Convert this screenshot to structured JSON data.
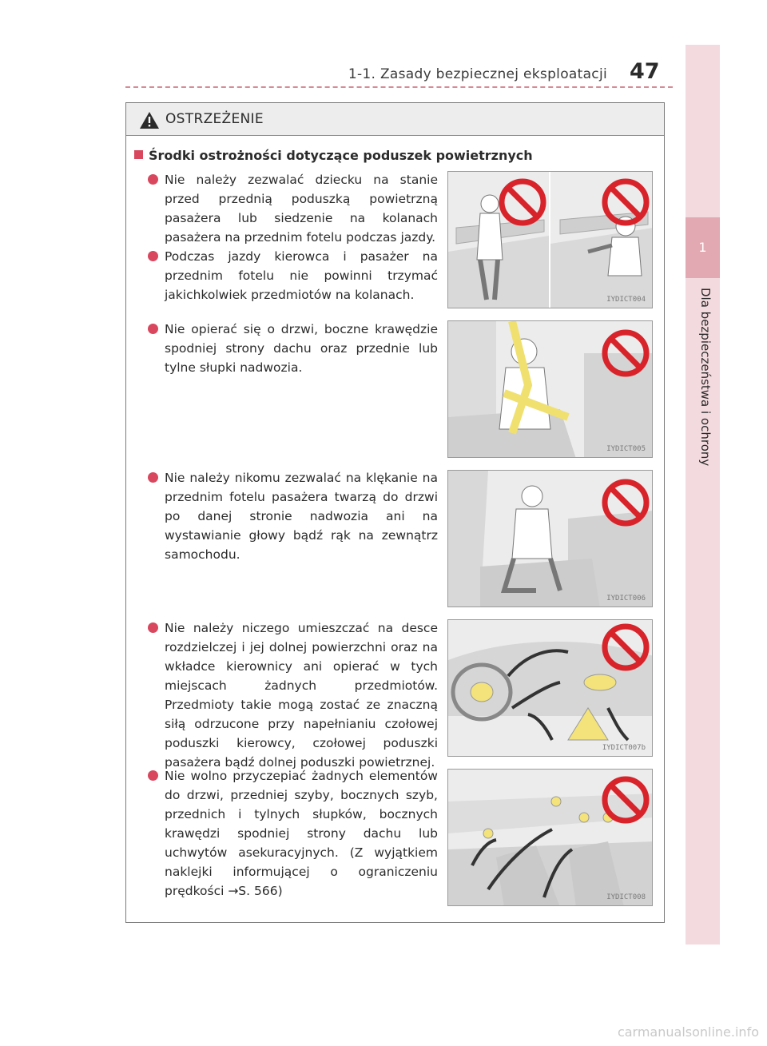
{
  "header": {
    "title": "1-1. Zasady bezpiecznej eksploatacji",
    "page_number": "47"
  },
  "side_tab": {
    "number": "1",
    "label": "Dla bezpieczeństwa i ochrony"
  },
  "warning": {
    "label": "OSTRZEŻENIE",
    "section_title": "Środki ostrożności dotyczące poduszek powietrznych",
    "items": [
      {
        "text": "Nie należy zezwalać dziecku na stanie przed przednią poduszką powietrzną pasażera lub siedzenie na kolanach pasażera na przednim fotelu podczas jazdy."
      },
      {
        "text": "Podczas jazdy kierowca i pasażer na przednim fotelu nie powinni trzymać jakichkolwiek przedmiotów na kolanach."
      },
      {
        "text": "Nie opierać się o drzwi, boczne krawędzie spodniej strony dachu oraz przednie lub tylne słupki nadwozia."
      },
      {
        "text": "Nie należy nikomu zezwalać na klękanie na przednim fotelu pasażera twarzą do drzwi po danej stronie nadwozia ani na wystawianie głowy bądź rąk na zewnątrz samochodu."
      },
      {
        "text": "Nie należy niczego umieszczać na desce rozdzielczej i jej dolnej powierzchni oraz na wkładce kierownicy ani opierać w tych miejscach żadnych przedmiotów. Przedmioty takie mogą zostać ze znaczną siłą odrzucone przy napełnianiu czołowej poduszki kierowcy, czołowej poduszki pasażera bądź dolnej poduszki powietrznej."
      },
      {
        "text": "Nie wolno przyczepiać żadnych elementów do drzwi, przedniej szyby, bocznych szyb, przednich i tylnych słupków, bocznych krawędzi spodniej strony dachu lub uchwytów asekuracyjnych. (Z wyjątkiem naklejki informującej o ograniczeniu prędkości →S. 566)"
      }
    ],
    "illustrations": [
      {
        "code": "IYDICT004"
      },
      {
        "code": "IYDICT005"
      },
      {
        "code": "IYDICT006"
      },
      {
        "code": "IYDICT007b"
      },
      {
        "code": "IYDICT008"
      }
    ]
  },
  "footer": {
    "watermark": "carmanualsonline.info"
  },
  "colors": {
    "accent": "#d8475e",
    "tab_light": "#f3dade",
    "tab_dark": "#e3a9b2",
    "header_rule": "#d48d98"
  }
}
